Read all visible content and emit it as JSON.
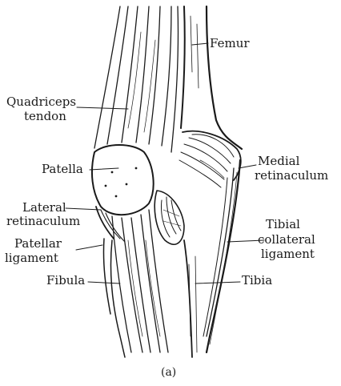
{
  "labels": {
    "femur": "Femur",
    "quadriceps_1": "Quadriceps",
    "quadriceps_2": "tendon",
    "patella": "Patella",
    "medial_1": "Medial",
    "medial_2": "retinaculum",
    "lateral_1": "Lateral",
    "lateral_2": "retinaculum",
    "tibial_1": "Tibial",
    "tibial_2": "collateral",
    "tibial_3": "ligament",
    "patellar_1": "Patellar",
    "patellar_2": "ligament",
    "fibula": "Fibula",
    "tibia": "Tibia"
  },
  "caption": "(a)"
}
